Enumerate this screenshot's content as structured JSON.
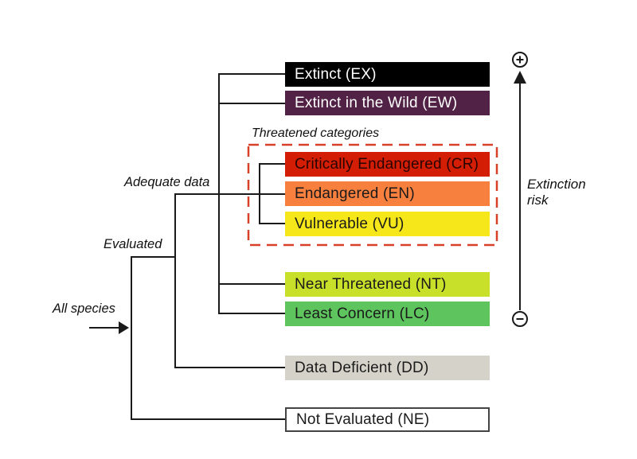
{
  "colors": {
    "background": "#ffffff",
    "line": "#1a1a1a",
    "dashed_border": "#d8402a"
  },
  "annotations": {
    "all_species": "All species",
    "evaluated": "Evaluated",
    "adequate_data": "Adequate data",
    "threatened_categories": "Threatened categories",
    "extinction_risk": {
      "line1": "Extinction",
      "line2": "risk"
    }
  },
  "axis": {
    "top_symbol": "plus-in-circle",
    "bottom_symbol": "minus-in-circle"
  },
  "categories": [
    {
      "code": "EX",
      "label": "Extinct (EX)",
      "color": "#000000",
      "text_color": "#ffffff"
    },
    {
      "code": "EW",
      "label": "Extinct in the Wild (EW)",
      "color": "#512245",
      "text_color": "#ffffff"
    },
    {
      "code": "CR",
      "label": "Critically Endangered (CR)",
      "color": "#d31e05",
      "text_color": "#2a0500",
      "threatened": true
    },
    {
      "code": "EN",
      "label": "Endangered (EN)",
      "color": "#f8803f",
      "text_color": "#1a1a1a",
      "threatened": true
    },
    {
      "code": "VU",
      "label": "Vulnerable (VU)",
      "color": "#f5e71a",
      "text_color": "#1a1a1a",
      "threatened": true
    },
    {
      "code": "NT",
      "label": "Near Threatened (NT)",
      "color": "#c9e02a",
      "text_color": "#1a1a1a"
    },
    {
      "code": "LC",
      "label": "Least Concern (LC)",
      "color": "#5ec45e",
      "text_color": "#1a1a1a"
    },
    {
      "code": "DD",
      "label": "Data Deficient (DD)",
      "color": "#d5d3c9",
      "text_color": "#1a1a1a"
    },
    {
      "code": "NE",
      "label": "Not Evaluated (NE)",
      "color": "#ffffff",
      "text_color": "#1a1a1a",
      "border_color": "#444444"
    }
  ]
}
